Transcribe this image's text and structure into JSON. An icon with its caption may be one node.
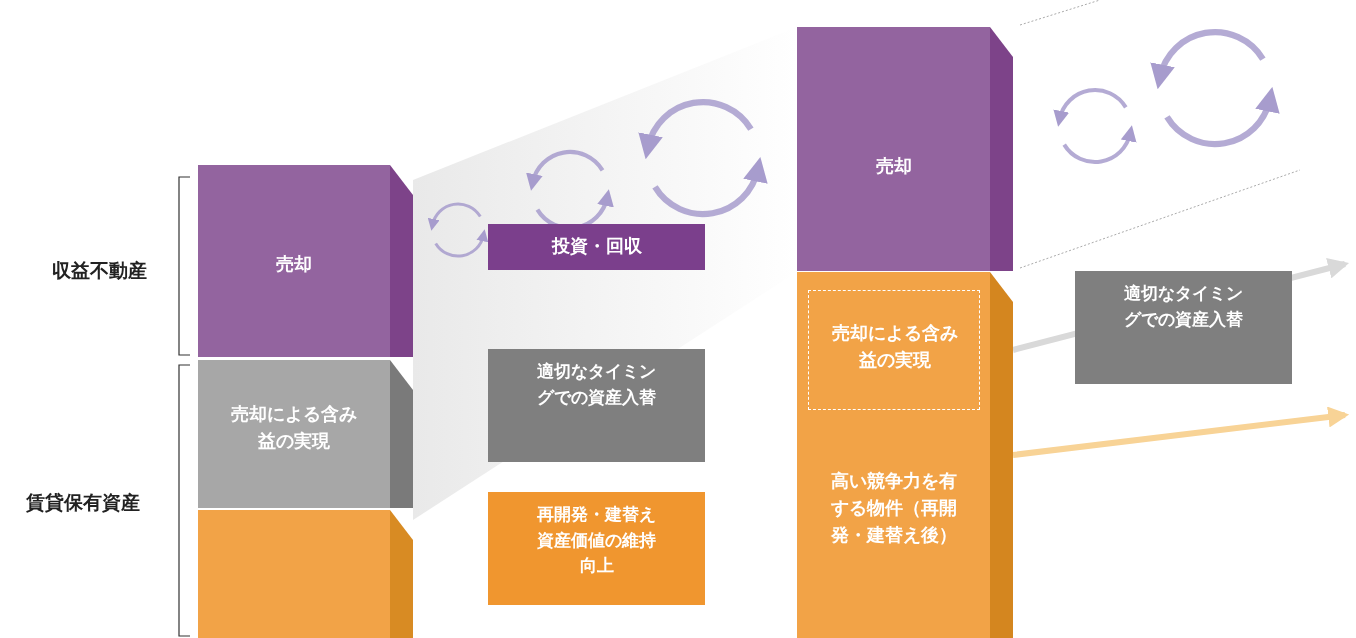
{
  "diagram": {
    "nodes": [
      {
        "text": [
          "売却"
        ]
      },
      {
        "text": [
          "売却による含み益の実現"
        ]
      },
      {
        "text": [],
        "shape": "box"
      },
      {
        "text": [
          "投資・回収"
        ]
      },
      {
        "text": [
          "適切なタイミングでの資産入替"
        ]
      },
      {
        "text": [
          "再開発・建替え資産価値の維持向上"
        ]
      },
      {
        "text": [
          "売却"
        ]
      },
      {
        "text": [
          "高い競争力を有する物件（再開発・建替え後）"
        ]
      },
      {
        "text": [
          "売却による含み益の実現"
        ],
        "in": 7
      },
      {
        "text": [
          "適切なタイミングでの資産入替"
        ]
      }
    ],
    "edges": [
      {
        "from": 8,
        "to": null,
        "arrow": "to",
        "color": "#d9d9d9"
      },
      {
        "from": 7,
        "to": null,
        "arrow": "to",
        "color": "#f8d396"
      }
    ],
    "labels": [
      "収益不動産",
      "賃貸保有資産"
    ]
  }
}
